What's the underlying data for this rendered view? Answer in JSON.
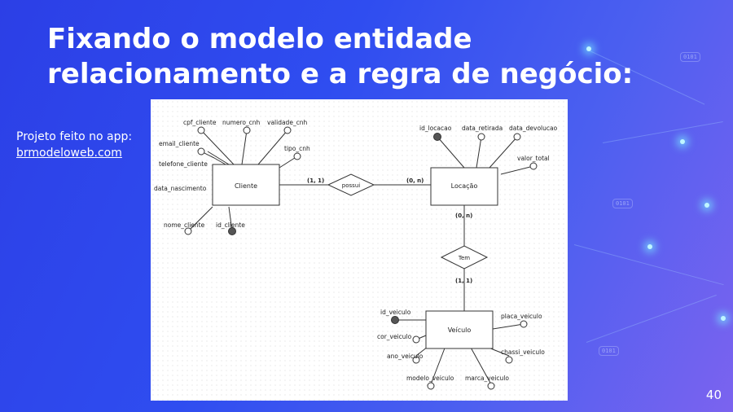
{
  "slide": {
    "title_line1": "Fixando o modelo entidade",
    "title_line2": "relacionamento e a regra de negócio:",
    "caption_line1": "Projeto feito no app:",
    "caption_link": "brmodeloweb.com",
    "page_number": "40"
  },
  "decor": {
    "chips": [
      "0101",
      "0101",
      "0101"
    ]
  },
  "diagram": {
    "entities": {
      "cliente": "Cliente",
      "locacao": "Locação",
      "veiculo": "Veículo"
    },
    "relationships": {
      "possui": "possui",
      "tem": "Tem"
    },
    "cardinalities": {
      "cliente_possui": "(1, 1)",
      "possui_locacao": "(0, n)",
      "locacao_tem": "(0, n)",
      "tem_veiculo": "(1, 1)"
    },
    "attributes": {
      "cliente": [
        {
          "name": "cpf_cliente",
          "key": false
        },
        {
          "name": "numero_cnh",
          "key": false
        },
        {
          "name": "validade_cnh",
          "key": false
        },
        {
          "name": "email_cliente",
          "key": false
        },
        {
          "name": "tipo_cnh",
          "key": false
        },
        {
          "name": "telefone_cliente",
          "key": false
        },
        {
          "name": "data_nascimento",
          "key": false
        },
        {
          "name": "nome_cliente",
          "key": false
        },
        {
          "name": "id_cliente",
          "key": true
        }
      ],
      "locacao": [
        {
          "name": "id_locacao",
          "key": true
        },
        {
          "name": "data_retirada",
          "key": false
        },
        {
          "name": "data_devolucao",
          "key": false
        },
        {
          "name": "valor_total",
          "key": false
        }
      ],
      "veiculo": [
        {
          "name": "id_veiculo",
          "key": true
        },
        {
          "name": "placa_veiculo",
          "key": false
        },
        {
          "name": "cor_veiculo",
          "key": false
        },
        {
          "name": "ano_veiculo",
          "key": false
        },
        {
          "name": "chassi_veiculo",
          "key": false
        },
        {
          "name": "modelo_veiculo",
          "key": false
        },
        {
          "name": "marca_veiculo",
          "key": false
        }
      ]
    }
  }
}
